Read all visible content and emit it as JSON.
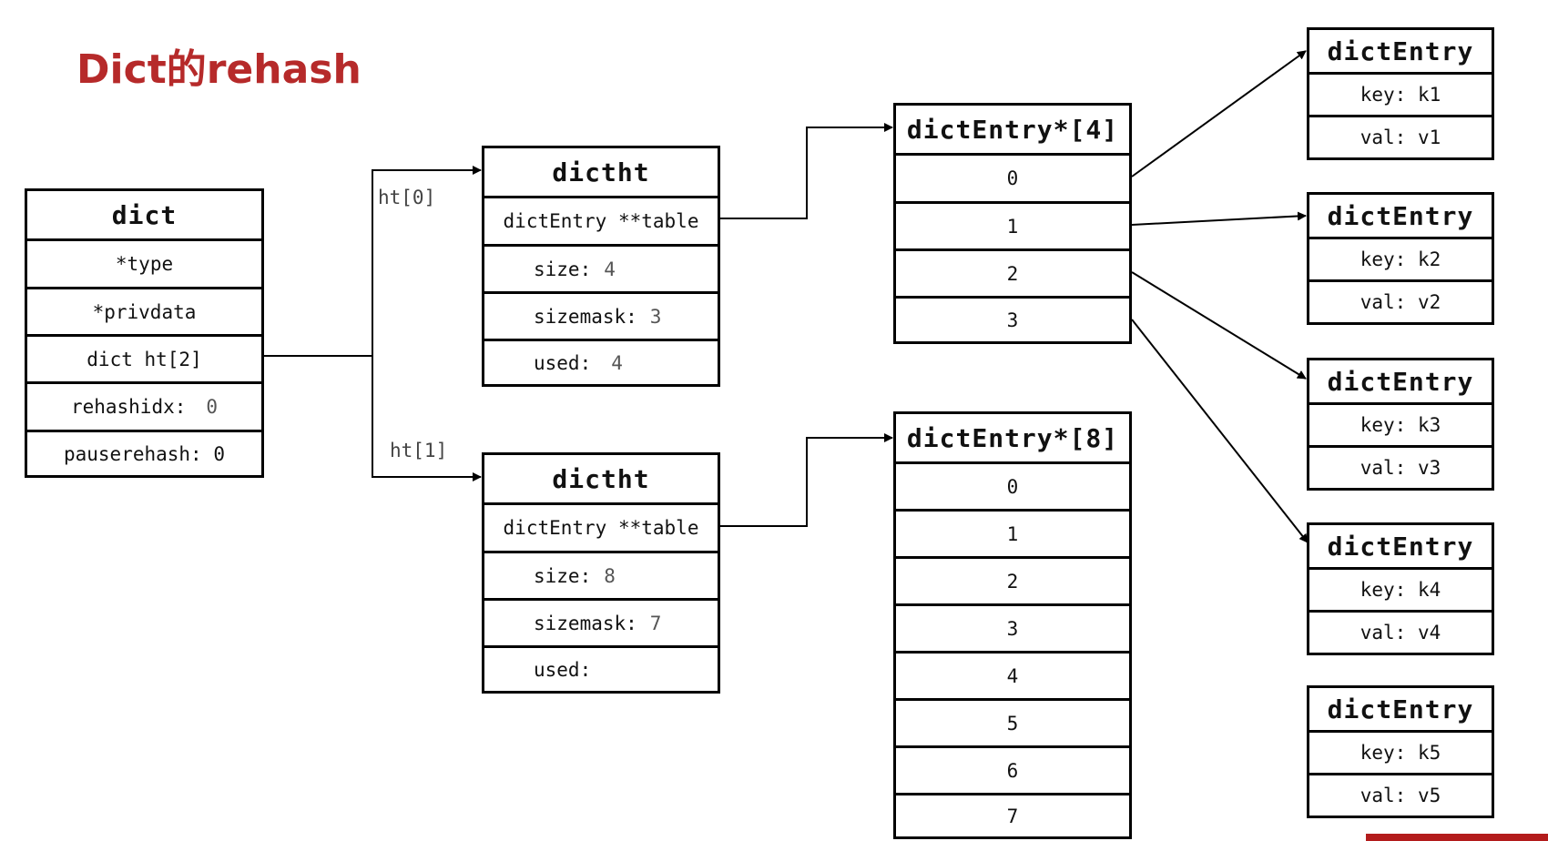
{
  "title": "Dict的rehash",
  "dict": {
    "header": "dict",
    "rows": [
      "*type",
      "*privdata",
      "dict ht[2]",
      "rehashidx:",
      "pauserehash: 0"
    ],
    "rehashidx_value": "0"
  },
  "labels": {
    "ht0": "ht[0]",
    "ht1": "ht[1]"
  },
  "dictht0": {
    "header": "dictht",
    "table": "dictEntry **table",
    "size_label": "size:",
    "size_value": "4",
    "sizemask_label": "sizemask:",
    "sizemask_value": "3",
    "used_label": "used:",
    "used_value": "4"
  },
  "dictht1": {
    "header": "dictht",
    "table": "dictEntry **table",
    "size_label": "size:",
    "size_value": "8",
    "sizemask_label": "sizemask:",
    "sizemask_value": "7",
    "used_label": "used:",
    "used_value": ""
  },
  "array4": {
    "header": "dictEntry*[4]",
    "slots": [
      "0",
      "1",
      "2",
      "3"
    ]
  },
  "array8": {
    "header": "dictEntry*[8]",
    "slots": [
      "0",
      "1",
      "2",
      "3",
      "4",
      "5",
      "6",
      "7"
    ]
  },
  "entries": [
    {
      "header": "dictEntry",
      "key": "key: k1",
      "val": "val: v1"
    },
    {
      "header": "dictEntry",
      "key": "key: k2",
      "val": "val: v2"
    },
    {
      "header": "dictEntry",
      "key": "key: k3",
      "val": "val: v3"
    },
    {
      "header": "dictEntry",
      "key": "key: k4",
      "val": "val: v4"
    },
    {
      "header": "dictEntry",
      "key": "key: k5",
      "val": "val: v5"
    }
  ],
  "colors": {
    "title": "#b62a2a",
    "line": "#000000",
    "corner": "#b31c1c"
  }
}
